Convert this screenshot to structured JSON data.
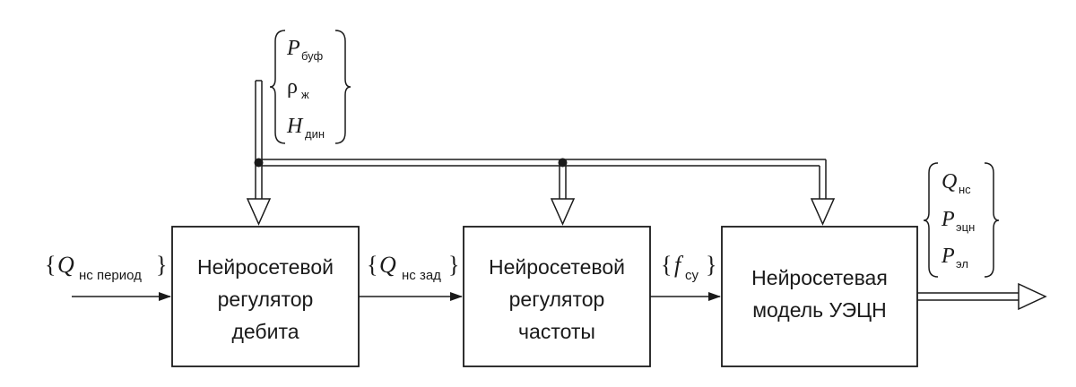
{
  "blocks": {
    "flow_regulator": {
      "line1": "Нейросетевой",
      "line2": "регулятор",
      "line3": "дебита"
    },
    "freq_regulator": {
      "line1": "Нейросетевой",
      "line2": "регулятор",
      "line3": "частоты"
    },
    "esp_model": {
      "line1": "Нейросетевая",
      "line2": "модель УЭЦН"
    }
  },
  "signals": {
    "q_period": {
      "symbol": "Q",
      "sub": "нс период"
    },
    "q_target": {
      "symbol": "Q",
      "sub": "нс зад"
    },
    "f_su": {
      "symbol": "f",
      "sub": "су"
    }
  },
  "inputs_vector": {
    "p_buf": {
      "symbol": "P",
      "sub": "буф"
    },
    "rho": {
      "symbol": "ρ",
      "sub": "ж"
    },
    "h_din": {
      "symbol": "H",
      "sub": "дин"
    }
  },
  "outputs_vector": {
    "q_ns": {
      "symbol": "Q",
      "sub": "нс"
    },
    "p_ecn": {
      "symbol": "P",
      "sub": "эцн"
    },
    "p_el": {
      "symbol": "P",
      "sub": "эл"
    }
  }
}
